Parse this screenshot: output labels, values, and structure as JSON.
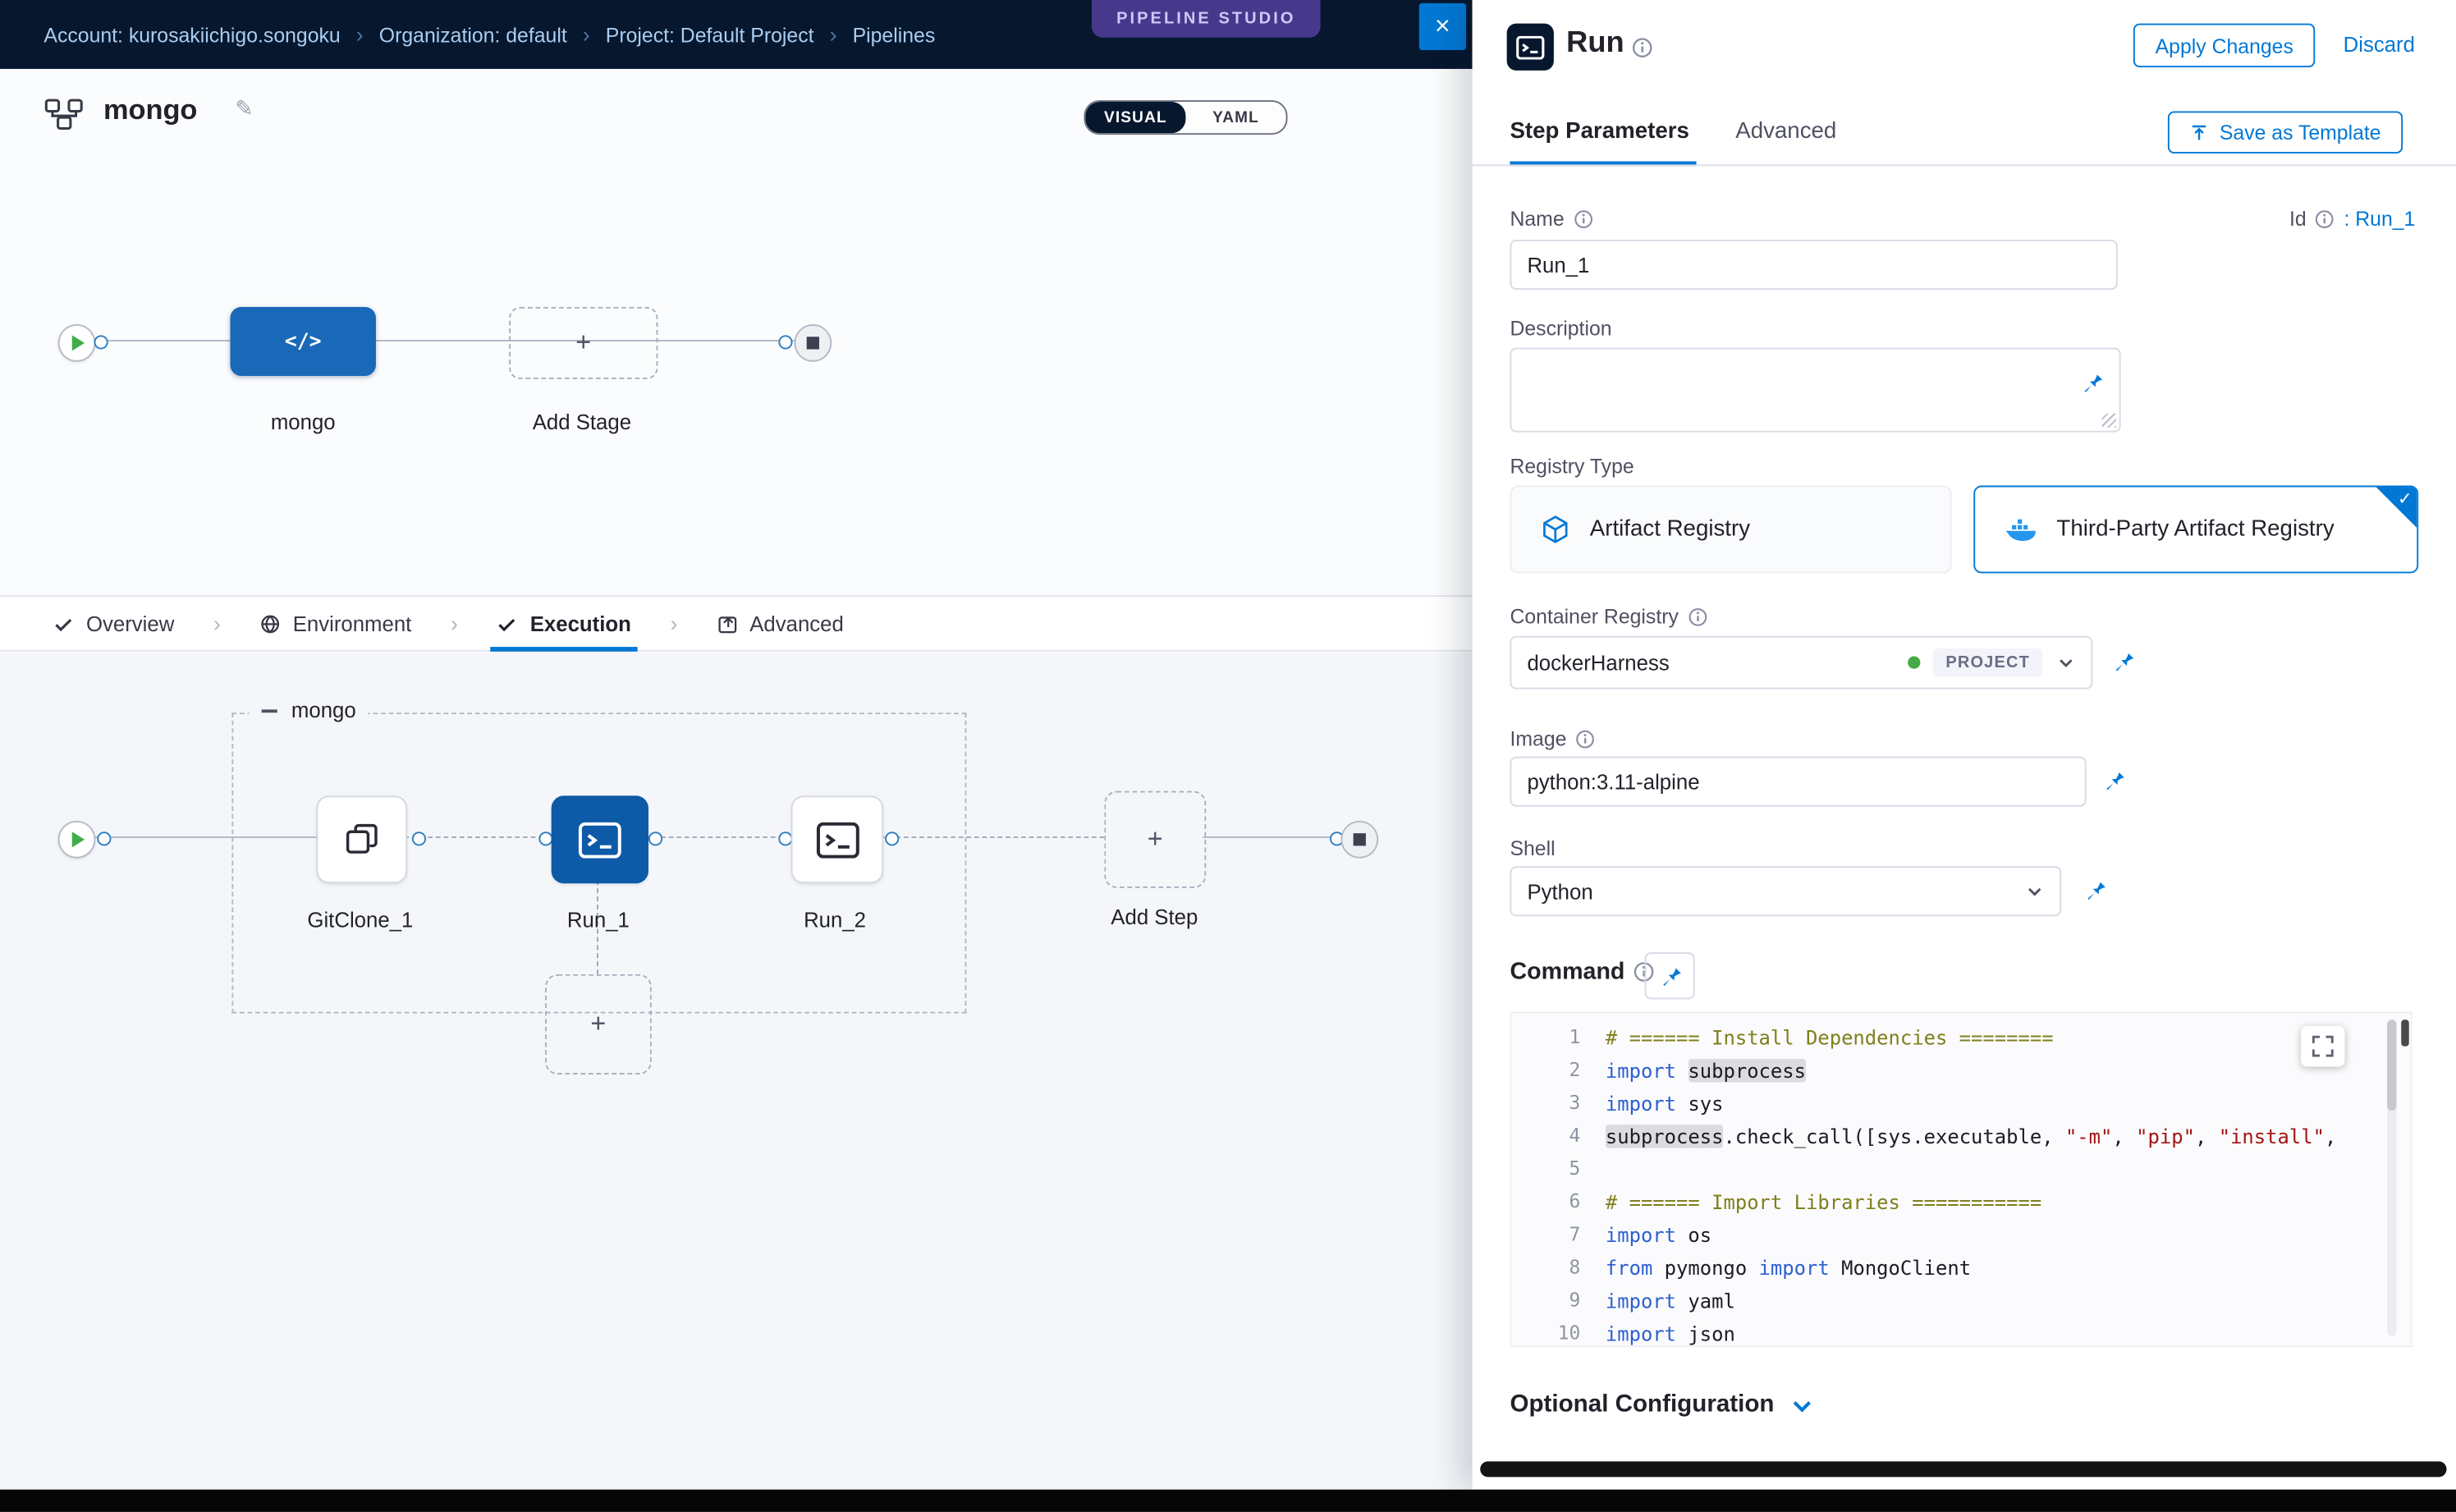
{
  "header": {
    "breadcrumbs": [
      "Account: kurosakiichigo.songoku",
      "Organization: default",
      "Project: Default Project",
      "Pipelines"
    ],
    "studio_badge": "PIPELINE STUDIO",
    "close_glyph": "×"
  },
  "pipeline": {
    "title": "mongo",
    "view_toggle": {
      "visual": "VISUAL",
      "yaml": "YAML"
    }
  },
  "stage_graph": {
    "stage_label": "mongo",
    "stage_icon_text": "</>",
    "add_stage_label": "Add Stage",
    "plus_glyph": "+"
  },
  "nav_tabs": [
    {
      "label": "Overview"
    },
    {
      "label": "Environment"
    },
    {
      "label": "Execution",
      "active": true
    },
    {
      "label": "Advanced"
    }
  ],
  "execution_graph": {
    "group_label": "mongo",
    "steps": [
      "GitClone_1",
      "Run_1",
      "Run_2"
    ],
    "add_step_label": "Add Step",
    "plus_glyph": "+"
  },
  "drawer": {
    "title": "Run",
    "apply_button": "Apply Changes",
    "discard_button": "Discard",
    "tabs": {
      "step_parameters": "Step Parameters",
      "advanced": "Advanced"
    },
    "save_as_template": "Save as Template",
    "name": {
      "label": "Name",
      "value": "Run_1"
    },
    "id": {
      "label": "Id",
      "value": ": Run_1"
    },
    "description": {
      "label": "Description",
      "value": ""
    },
    "registry_type": {
      "label": "Registry Type",
      "options": [
        {
          "label": "Artifact Registry",
          "selected": false
        },
        {
          "label": "Third-Party Artifact Registry",
          "selected": true
        }
      ],
      "selected_check": "✓"
    },
    "container_registry": {
      "label": "Container Registry",
      "value": "dockerHarness",
      "scope_badge": "PROJECT"
    },
    "image": {
      "label": "Image",
      "value": "python:3.11-alpine"
    },
    "shell": {
      "label": "Shell",
      "value": "Python"
    },
    "command": {
      "label": "Command"
    },
    "optional_configuration": "Optional Configuration"
  },
  "code_editor": {
    "lines": [
      {
        "n": 1,
        "tokens": [
          [
            "c",
            "# ====== Install Dependencies ========"
          ]
        ]
      },
      {
        "n": 2,
        "tokens": [
          [
            "k",
            "import"
          ],
          [
            "p",
            " "
          ],
          [
            "h",
            "subprocess"
          ]
        ]
      },
      {
        "n": 3,
        "tokens": [
          [
            "k",
            "import"
          ],
          [
            "p",
            " sys"
          ]
        ]
      },
      {
        "n": 4,
        "tokens": [
          [
            "h",
            "subprocess"
          ],
          [
            "p",
            ".check_call([sys.executable, "
          ],
          [
            "s",
            "\"-m\""
          ],
          [
            "p",
            ", "
          ],
          [
            "s",
            "\"pip\""
          ],
          [
            "p",
            ", "
          ],
          [
            "s",
            "\"install\""
          ],
          [
            "p",
            ","
          ]
        ]
      },
      {
        "n": 5,
        "tokens": []
      },
      {
        "n": 6,
        "tokens": [
          [
            "c",
            "# ====== Import Libraries ==========="
          ]
        ]
      },
      {
        "n": 7,
        "tokens": [
          [
            "k",
            "import"
          ],
          [
            "p",
            " os"
          ]
        ]
      },
      {
        "n": 8,
        "tokens": [
          [
            "k",
            "from"
          ],
          [
            "p",
            " pymongo "
          ],
          [
            "k",
            "import"
          ],
          [
            "p",
            " MongoClient"
          ]
        ]
      },
      {
        "n": 9,
        "tokens": [
          [
            "k",
            "import"
          ],
          [
            "p",
            " yaml"
          ]
        ]
      },
      {
        "n": 10,
        "tokens": [
          [
            "k",
            "import"
          ],
          [
            "p",
            " json"
          ]
        ]
      }
    ]
  },
  "colors": {
    "accent": "#0278d5",
    "navy": "#07182e",
    "stage_node": "#1a68b8",
    "selected_node": "#0d5aa7",
    "success_green": "#42ab45"
  }
}
